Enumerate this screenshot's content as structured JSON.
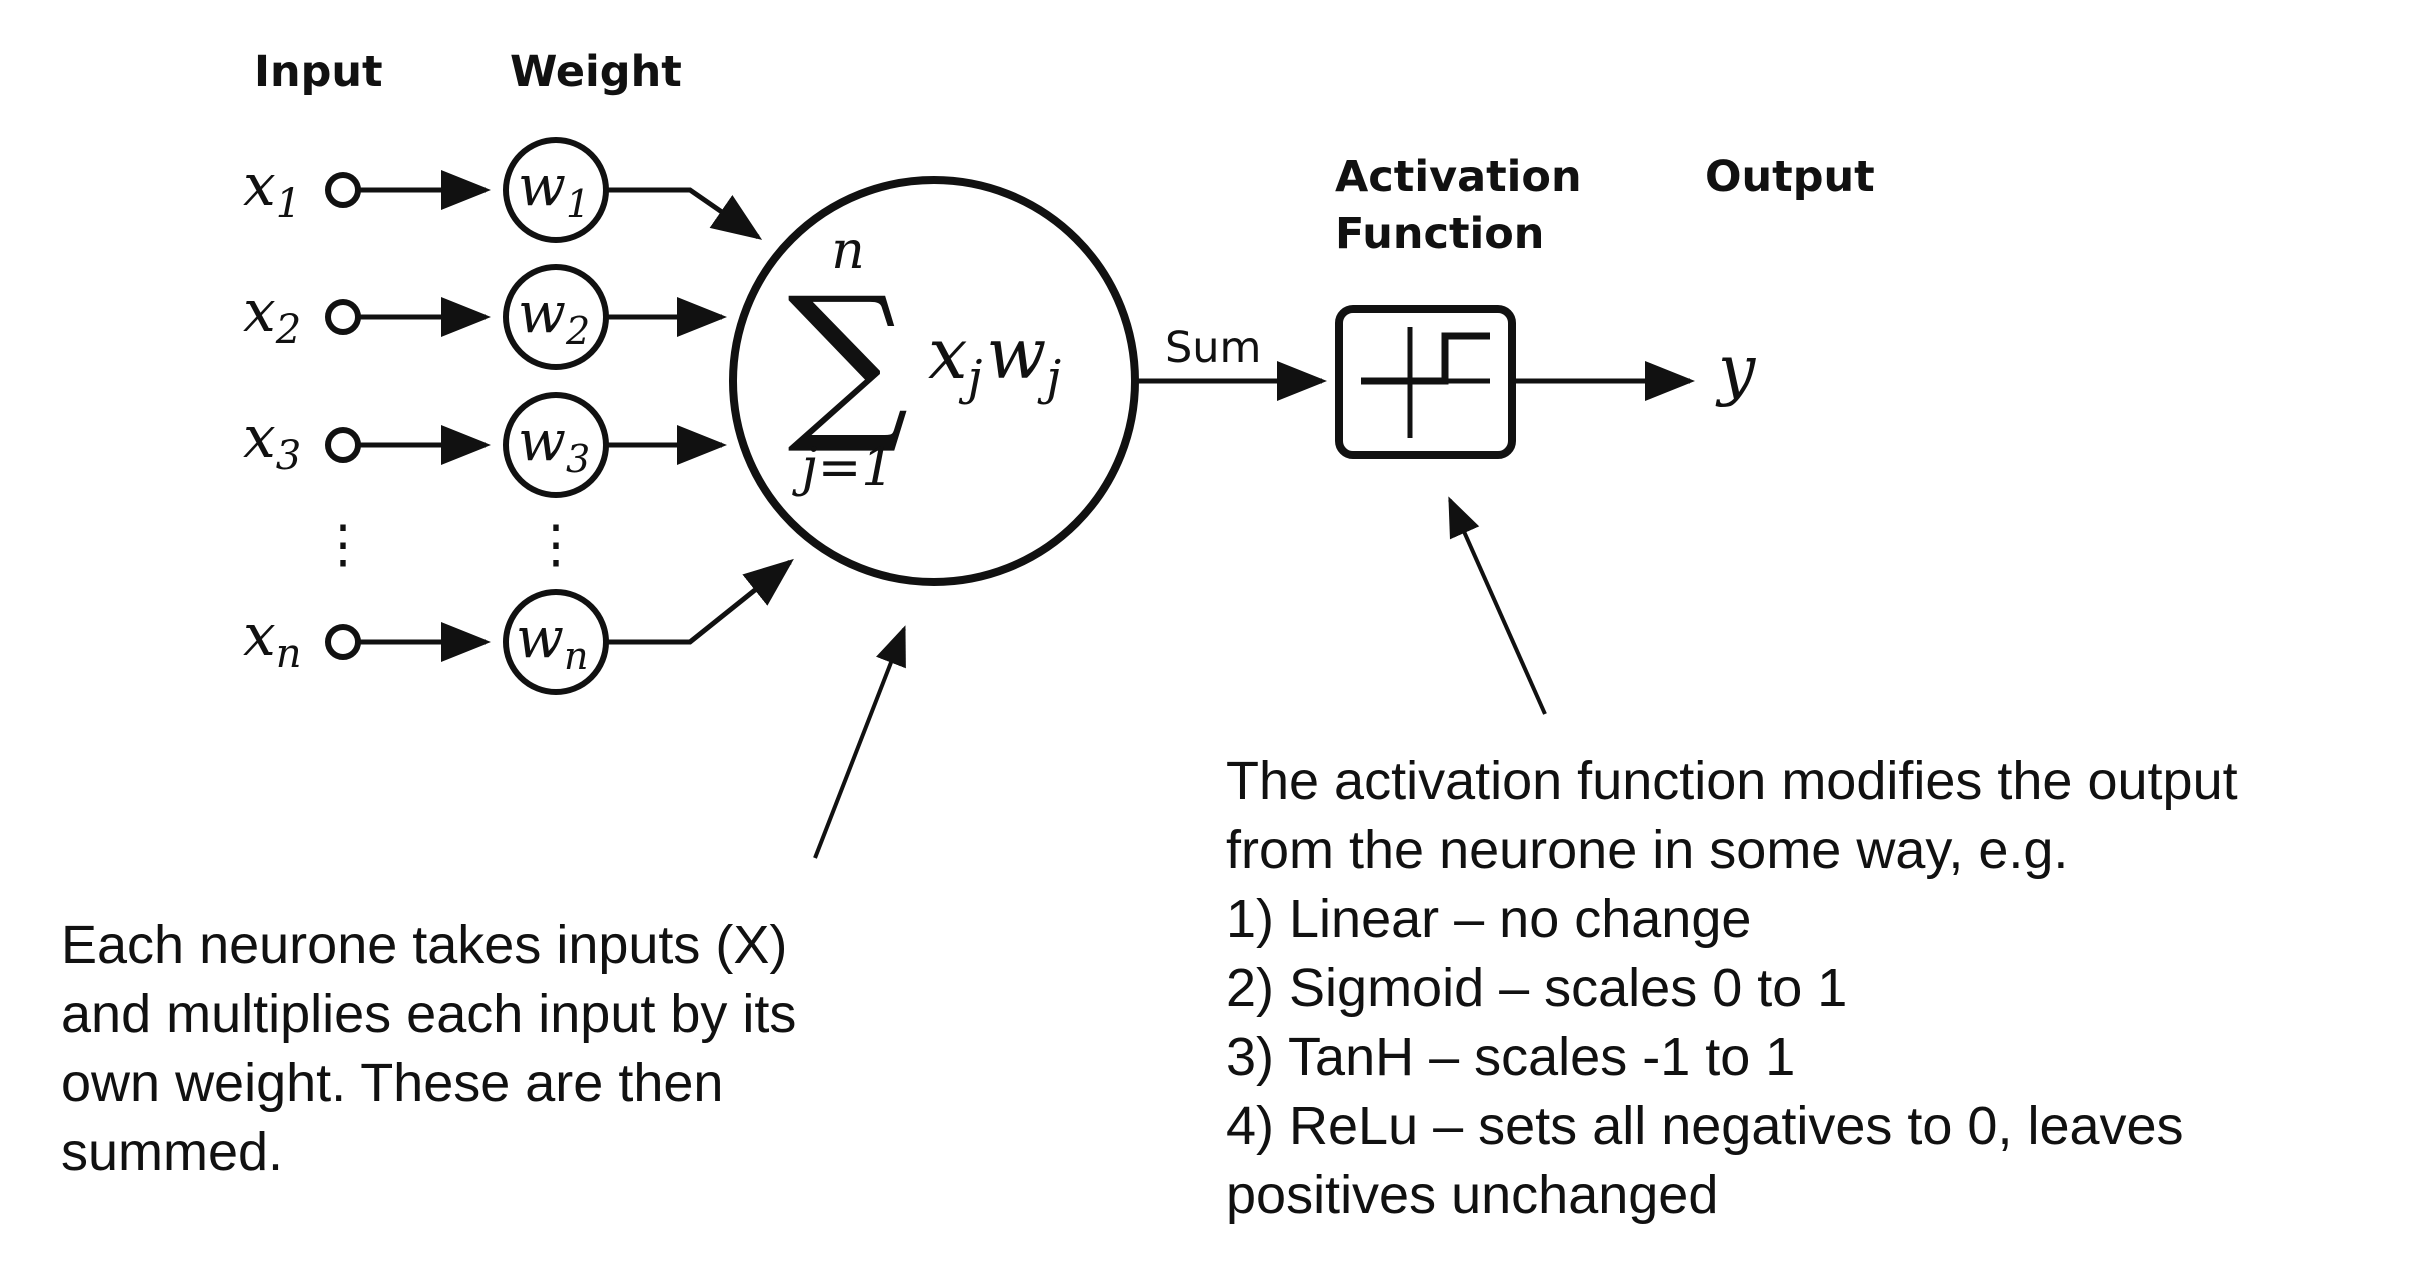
{
  "headers": {
    "input": "Input",
    "weight": "Weight",
    "activation_line1": "Activation",
    "activation_line2": "Function",
    "output": "Output"
  },
  "inputs": [
    {
      "base": "x",
      "sub": "1"
    },
    {
      "base": "x",
      "sub": "2"
    },
    {
      "base": "x",
      "sub": "3"
    },
    {
      "base": "x",
      "sub": "n"
    }
  ],
  "weights": [
    {
      "base": "w",
      "sub": "1"
    },
    {
      "base": "w",
      "sub": "2"
    },
    {
      "base": "w",
      "sub": "3"
    },
    {
      "base": "w",
      "sub": "n"
    }
  ],
  "ellipsis": "⋮",
  "summation": {
    "sigma": "∑",
    "upper": "n",
    "lower": "j=1",
    "term": "x",
    "term_sub": "j",
    "term2": "w",
    "term2_sub": "j"
  },
  "sum_label": "Sum",
  "output_symbol": "y",
  "notes": {
    "left": [
      "Each neurone takes inputs (X)",
      "and multiplies each input by its",
      "own weight. These are then",
      "summed."
    ],
    "right": [
      "The activation function modifies the output",
      "from the neurone in some way, e.g.",
      "1) Linear – no change",
      "2) Sigmoid – scales 0 to 1",
      "3) TanH – scales -1 to 1",
      "4) ReLu – sets all negatives to 0, leaves",
      "positives unchanged"
    ]
  }
}
